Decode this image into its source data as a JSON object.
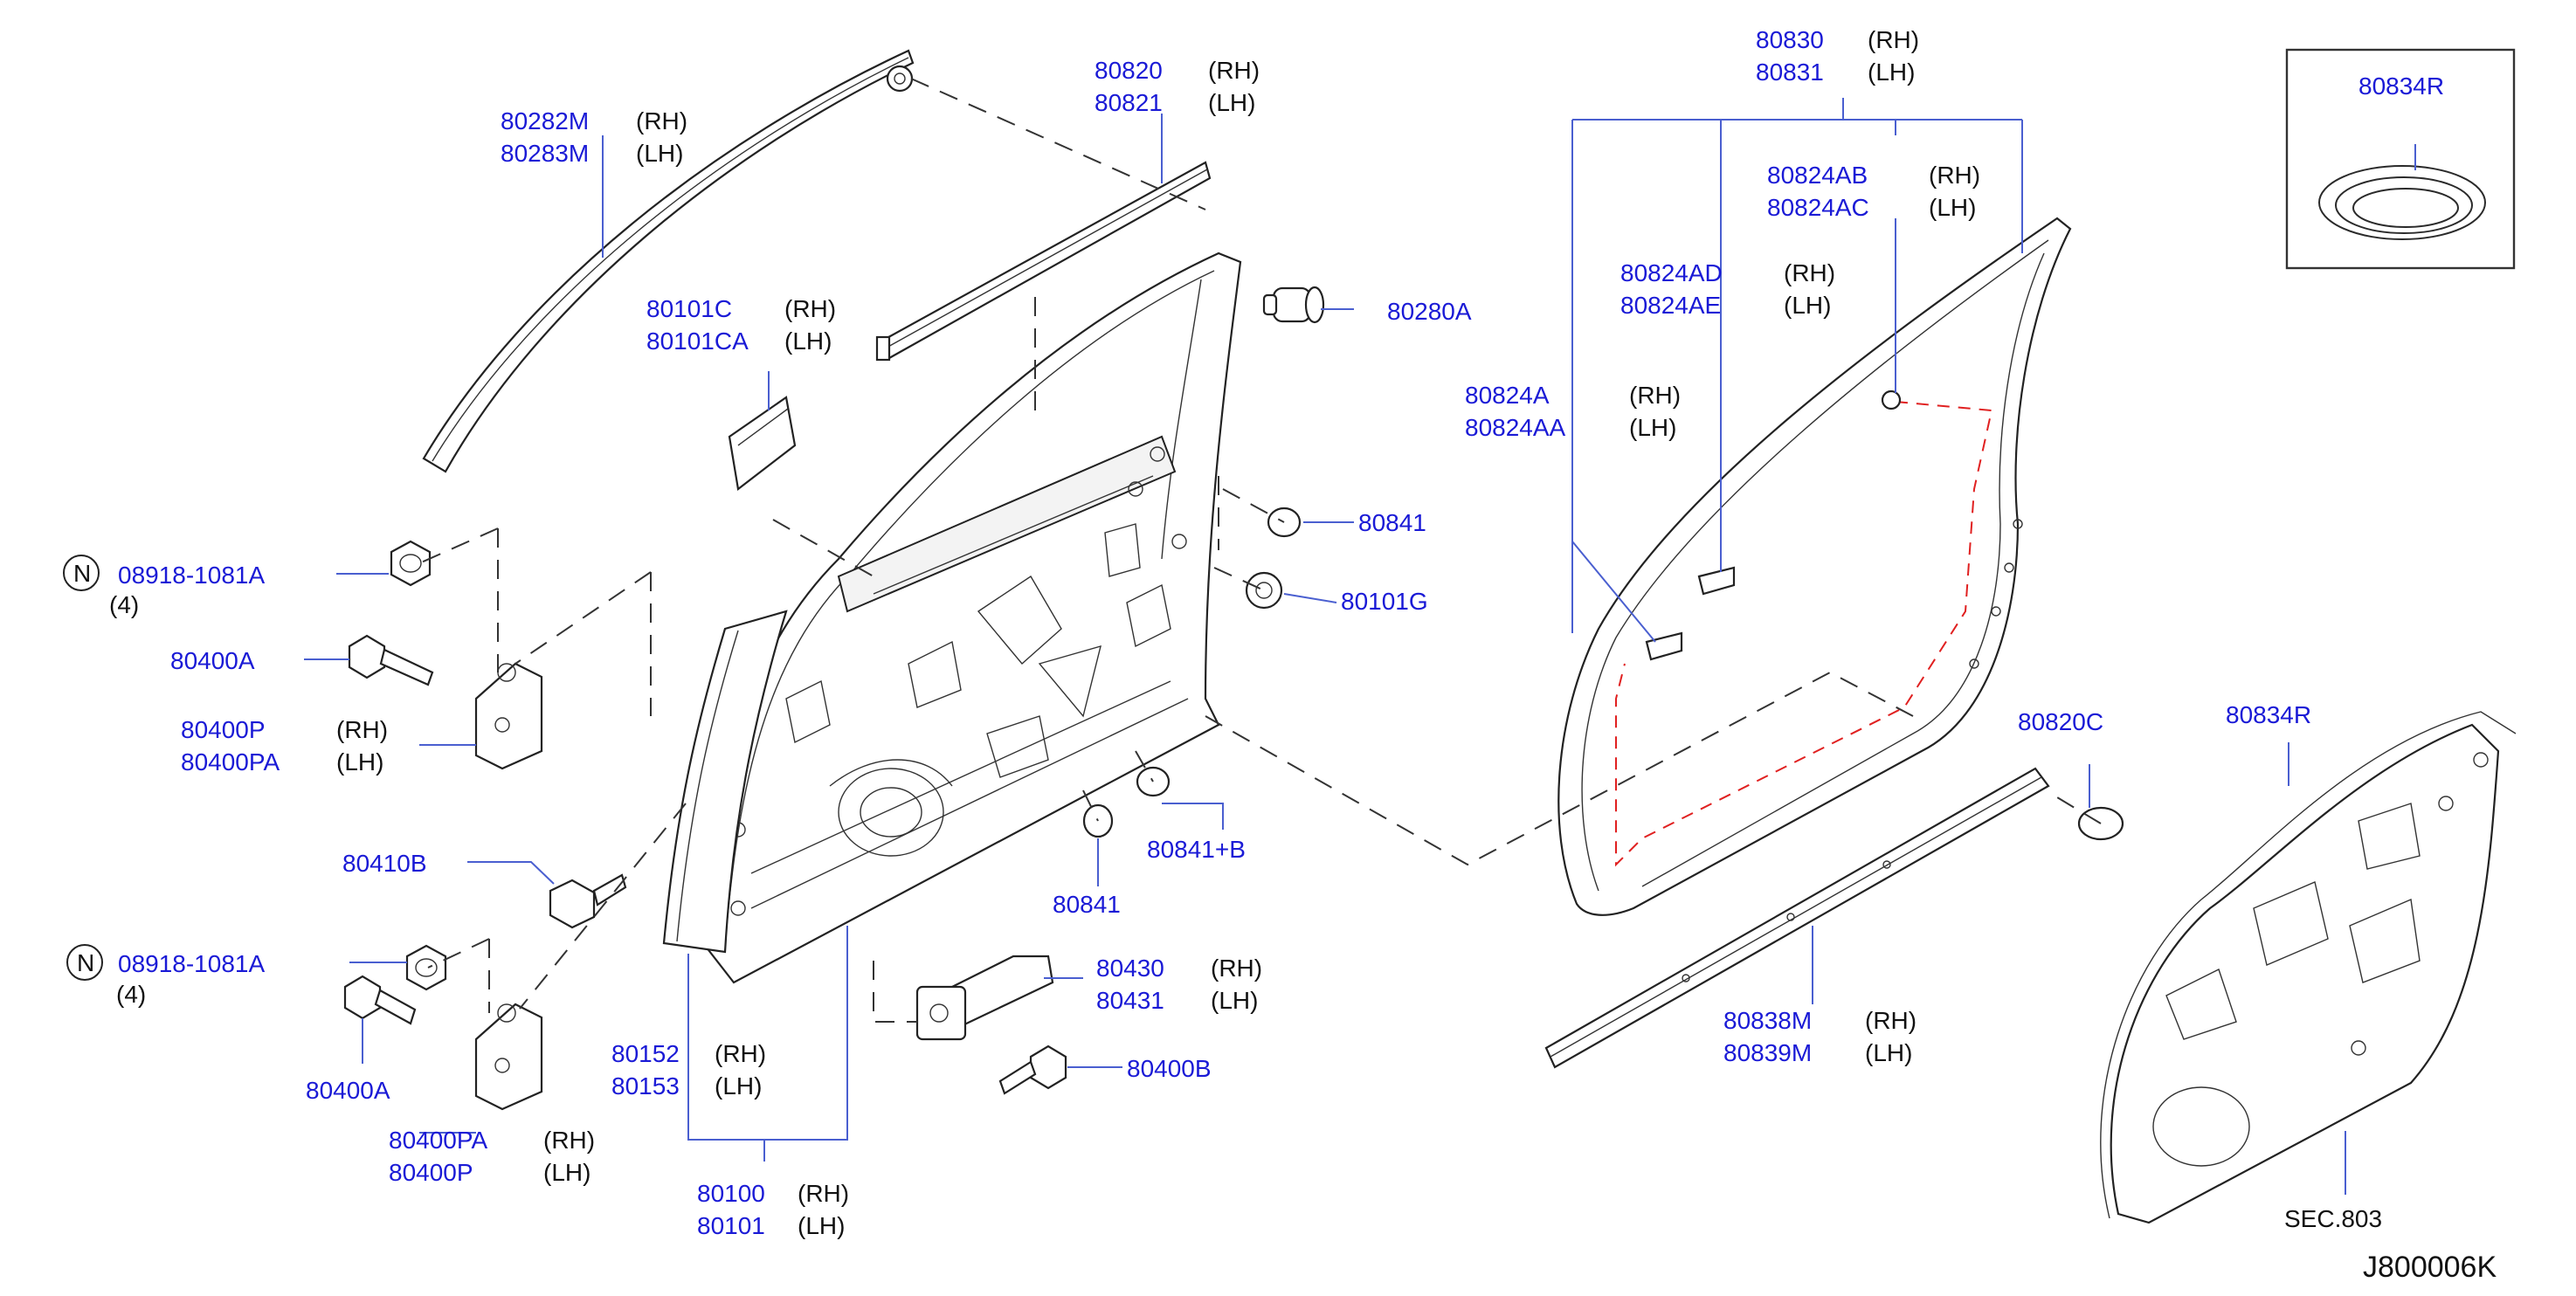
{
  "labels": {
    "l80282M": "80282M",
    "l80282M_s": "(RH)",
    "l80283M": "80283M",
    "l80283M_s": "(LH)",
    "l80820": "80820",
    "l80820_s": "(RH)",
    "l80821": "80821",
    "l80821_s": "(LH)",
    "l80830": "80830",
    "l80830_s": "(RH)",
    "l80831": "80831",
    "l80831_s": "(LH)",
    "l80834R_box": "80834R",
    "l80824AB": "80824AB",
    "l80824AB_s": "(RH)",
    "l80824AC": "80824AC",
    "l80824AC_s": "(LH)",
    "l80824AD": "80824AD",
    "l80824AD_s": "(RH)",
    "l80824AE": "80824AE",
    "l80824AE_s": "(LH)",
    "l80101C": "80101C",
    "l80101C_s": "(RH)",
    "l80101CA": "80101CA",
    "l80101CA_s": "(LH)",
    "l80280A": "80280A",
    "l80824A": "80824A",
    "l80824A_s": "(RH)",
    "l80824AA": "80824AA",
    "l80824AA_s": "(LH)",
    "l80841_a": "80841",
    "l80101G": "80101G",
    "l08918_1": "08918-1081A",
    "l08918_1_q": "(4)",
    "l08918_1_n": "N",
    "l80400A_1": "80400A",
    "l80400P": "80400P",
    "l80400P_s": "(RH)",
    "l80400PA": "80400PA",
    "l80400PA_s": "(LH)",
    "l80820C": "80820C",
    "l80834R": "80834R",
    "l80841B": "80841+B",
    "l80410B": "80410B",
    "l80841_b": "80841",
    "l08918_2": "08918-1081A",
    "l08918_2_q": "(4)",
    "l08918_2_n": "N",
    "l80430": "80430",
    "l80430_s": "(RH)",
    "l80431": "80431",
    "l80431_s": "(LH)",
    "l80838M": "80838M",
    "l80838M_s": "(RH)",
    "l80839M": "80839M",
    "l80839M_s": "(LH)",
    "l80152": "80152",
    "l80152_s": "(RH)",
    "l80153": "80153",
    "l80153_s": "(LH)",
    "l80400A_2": "80400A",
    "l80400B": "80400B",
    "l80400PA_2": "80400PA",
    "l80400PA_2_s": "(RH)",
    "l80400P_2": "80400P",
    "l80400P_2_s": "(LH)",
    "l80100": "80100",
    "l80100_s": "(RH)",
    "l80101": "80101",
    "l80101_s": "(LH)",
    "sec": "SEC.803",
    "diagram_code": "J800006K"
  },
  "colors": {
    "part_number": "#1a1ad6",
    "side_text": "#111111",
    "leader": "#4a5fd0",
    "seal_dash": "#e02020"
  }
}
